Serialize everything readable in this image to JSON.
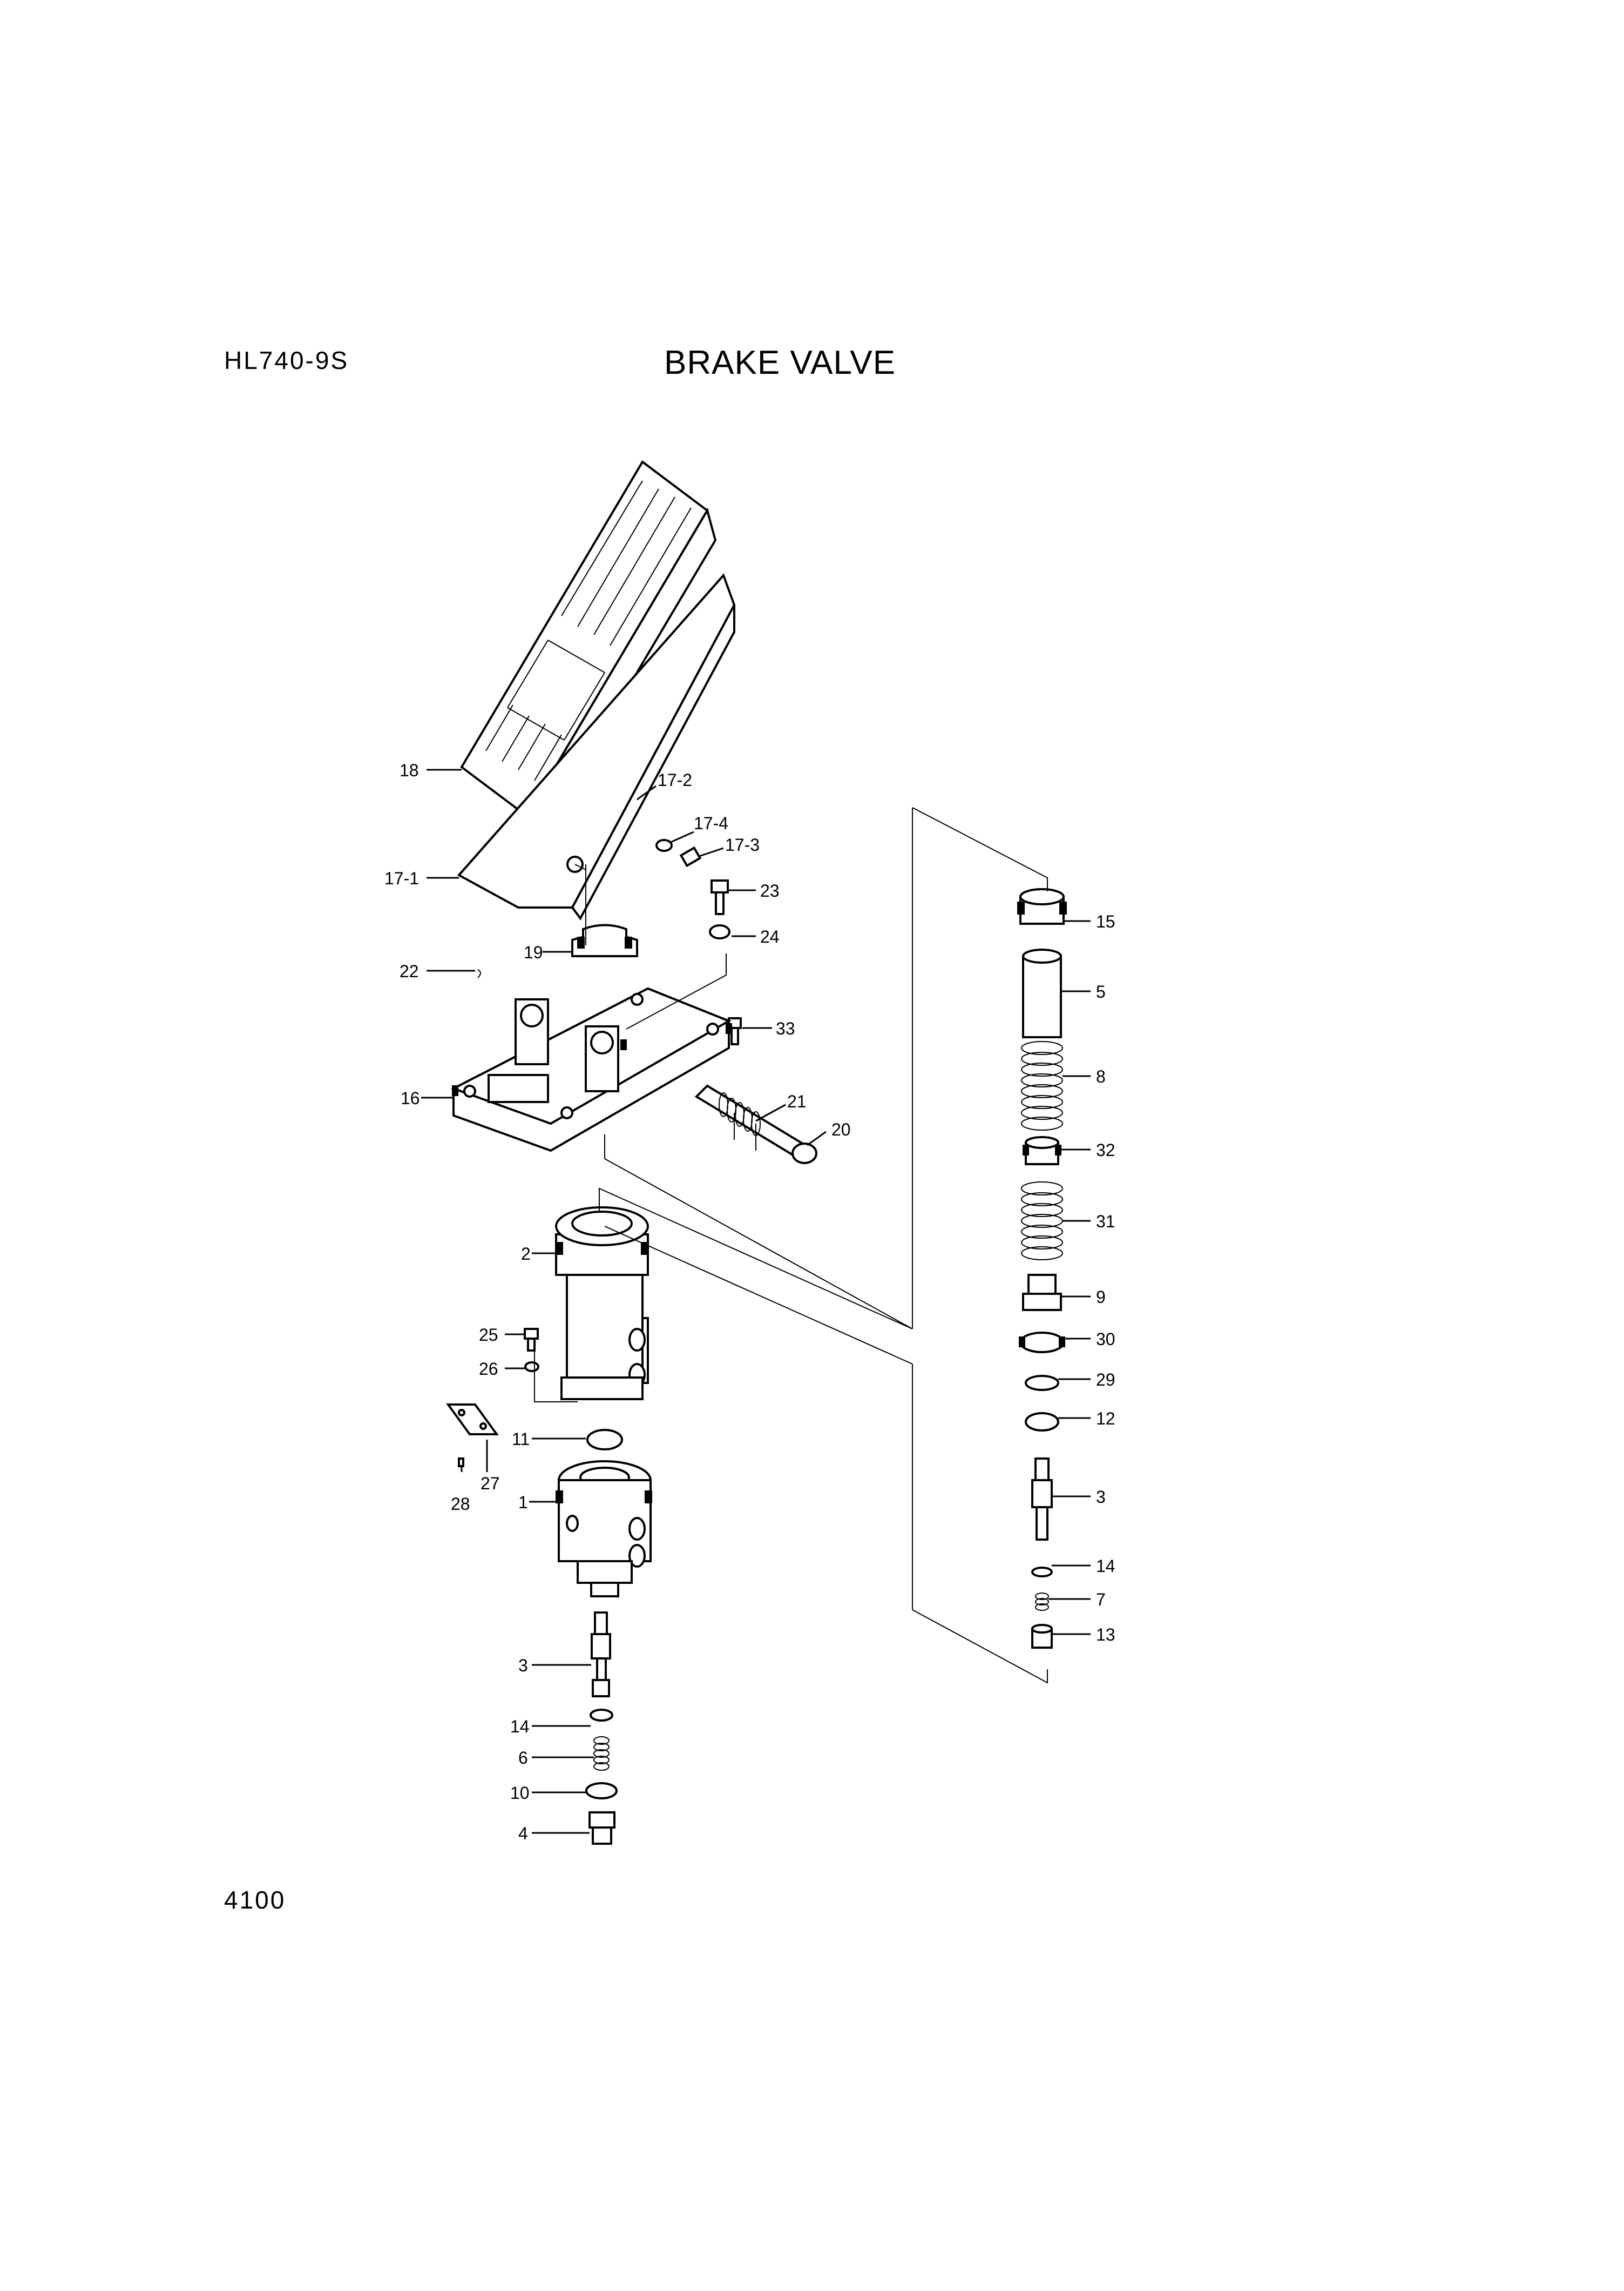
{
  "header": {
    "model": "HL740-9S",
    "title": "BRAKE VALVE"
  },
  "footer": {
    "page_number": "4100"
  },
  "callouts": {
    "c18": "18",
    "c17_2": "17-2",
    "c17_4": "17-4",
    "c17_3": "17-3",
    "c17_1": "17-1",
    "c23": "23",
    "c24": "24",
    "c19": "19",
    "c22": "22",
    "c33": "33",
    "c16": "16",
    "c21": "21",
    "c20": "20",
    "c2": "2",
    "c25": "25",
    "c26": "26",
    "c11": "11",
    "c27": "27",
    "c28": "28",
    "c1": "1",
    "c3a": "3",
    "c14a": "14",
    "c6": "6",
    "c10": "10",
    "c4": "4",
    "c15": "15",
    "c5": "5",
    "c8": "8",
    "c32": "32",
    "c31": "31",
    "c9": "9",
    "c30": "30",
    "c29": "29",
    "c12": "12",
    "c3b": "3",
    "c14b": "14",
    "c7": "7",
    "c13": "13"
  }
}
